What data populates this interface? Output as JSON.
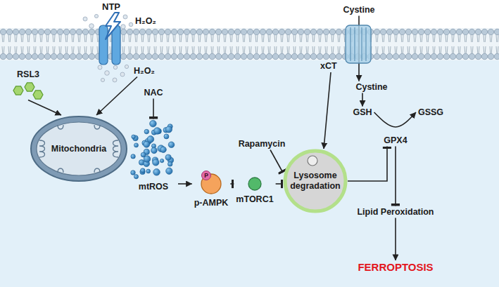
{
  "diagram": {
    "nodes": [
      {
        "text": [
          "RSL3"
        ]
      },
      {
        "text": [
          "H₂O₂"
        ]
      },
      {
        "text": [
          "Mitochondria"
        ]
      },
      {
        "text": [
          "NAC"
        ]
      },
      {
        "text": [
          "mtROS"
        ]
      },
      {
        "text": [
          "p-AMPK"
        ]
      },
      {
        "text": [
          "mTORC1"
        ]
      },
      {
        "text": [
          "Rapamycin"
        ]
      },
      {
        "text": [
          "Lysosome degradation"
        ]
      },
      {
        "text": [
          "Cystine"
        ]
      },
      {
        "text": [
          "xCT"
        ]
      },
      {
        "text": [
          "Cystine"
        ]
      },
      {
        "text": [
          "GSH"
        ]
      },
      {
        "text": [
          "GSSG"
        ]
      },
      {
        "text": [
          "GPX4"
        ]
      },
      {
        "text": [
          "Lipid Peroxidation"
        ]
      },
      {
        "text": [
          "FERROPTOSIS"
        ]
      }
    ],
    "edges": [
      {
        "from": 0,
        "to": 2,
        "arrow": "to"
      },
      {
        "from": 1,
        "to": 2,
        "arrow": "to"
      },
      {
        "from": 3,
        "to": 4,
        "arrow": "to"
      },
      {
        "from": 4,
        "to": 5,
        "arrow": "to"
      },
      {
        "from": 5,
        "to": 6,
        "arrow": "to"
      },
      {
        "from": 6,
        "to": 8,
        "arrow": "to"
      },
      {
        "from": 7,
        "to": 8,
        "arrow": "to"
      },
      {
        "from": 9,
        "to": 11,
        "arrow": "to"
      },
      {
        "from": 10,
        "to": 8,
        "arrow": "to"
      },
      {
        "from": 11,
        "to": 12,
        "arrow": "to"
      },
      {
        "from": 12,
        "to": 13,
        "arrow": "to"
      },
      {
        "from": 14,
        "to": 15,
        "arrow": "to"
      },
      {
        "from": 8,
        "to": 14,
        "arrow": "to"
      },
      {
        "from": 15,
        "to": 16,
        "arrow": "to"
      }
    ],
    "labels": [
      "NTP",
      "H₂O₂",
      "P"
    ]
  }
}
